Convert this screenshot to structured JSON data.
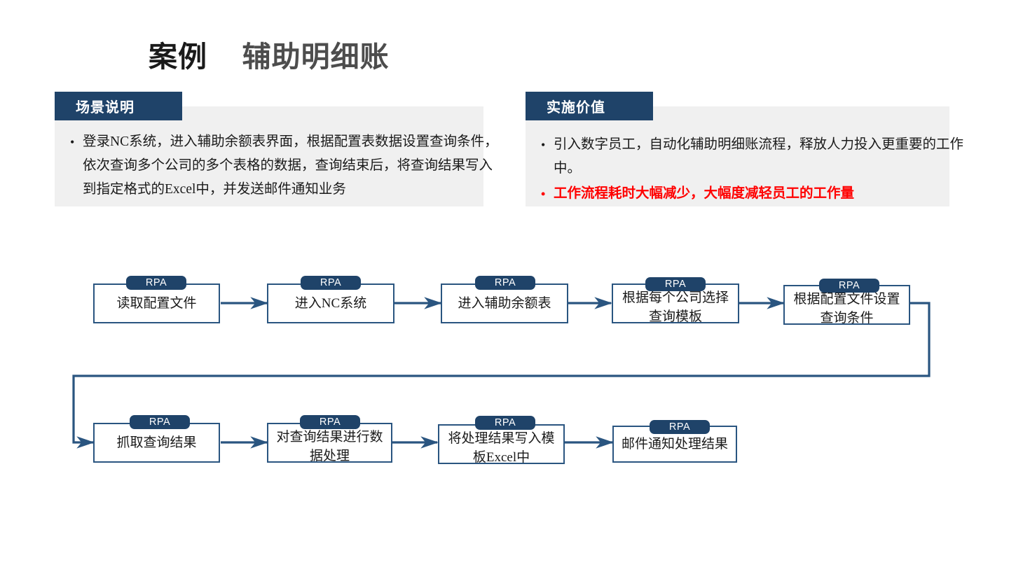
{
  "title": {
    "primary": "案例",
    "secondary": "辅助明细账"
  },
  "panels": [
    {
      "tab_label": "场景说明",
      "bullets": [
        {
          "marker": "•",
          "text": "登录NC系统，进入辅助余额表界面，根据配置表数据设置查询条件，依次查询多个公司的多个表格的数据，查询结束后，将查询结果写入到指定格式的Excel中，并发送邮件通知业务",
          "accent": false
        }
      ]
    },
    {
      "tab_label": "实施价值",
      "bullets": [
        {
          "marker": "•",
          "text": "引入数字员工，自动化辅助明细账流程，释放人力投入更重要的工作中。",
          "accent": false
        },
        {
          "marker": "•",
          "text": "工作流程耗时大幅减少，大幅度减轻员工的工作量",
          "accent": true
        }
      ]
    }
  ],
  "flow": {
    "badge_label": "RPA",
    "nodes": [
      {
        "id": "n1",
        "label": "读取配置文件",
        "lines": 1
      },
      {
        "id": "n2",
        "label": "进入NC系统",
        "lines": 1
      },
      {
        "id": "n3",
        "label": "进入辅助余额表",
        "lines": 1
      },
      {
        "id": "n4",
        "label": "根据每个公司选择\n查询模板",
        "lines": 2
      },
      {
        "id": "n5",
        "label": "根据配置文件设置\n查询条件",
        "lines": 2
      },
      {
        "id": "n6",
        "label": "抓取查询结果",
        "lines": 1
      },
      {
        "id": "n7",
        "label": "对查询结果进行数\n据处理",
        "lines": 2
      },
      {
        "id": "n8",
        "label": "将处理结果写入模\n板Excel中",
        "lines": 2
      },
      {
        "id": "n9",
        "label": "邮件通知处理结果",
        "lines": 1
      }
    ]
  },
  "colors": {
    "brand_blue": "#1f4369",
    "node_border": "#2a5580",
    "panel_bg": "#f0f0f0",
    "accent_red": "#ff0000",
    "title_dark": "#1a1a1a",
    "title_gray": "#4d4d4d"
  }
}
